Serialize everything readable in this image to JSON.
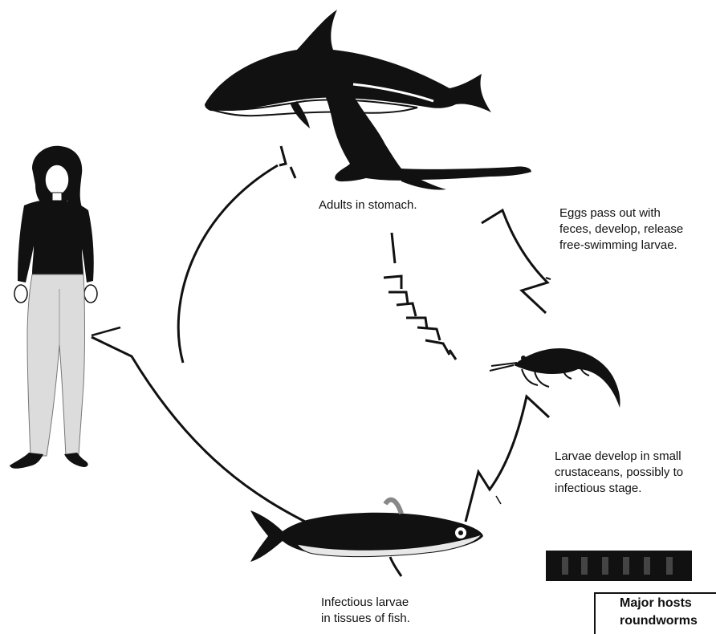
{
  "labels": {
    "adults": "Adults in stomach.",
    "eggs": [
      "Eggs pass out with",
      "feces, develop, release",
      "free-swimming larvae."
    ],
    "crustacean": [
      "Larvae develop in small",
      "crustaceans, possibly to",
      "infectious stage."
    ],
    "fish": [
      "Infectious larvae",
      "in tissues of fish."
    ]
  },
  "sidebar": {
    "title_line1": "Major hosts",
    "title_line2": "roundworms"
  },
  "colors": {
    "ink": "#111111",
    "pants": "#d9d9d9",
    "fish_belly": "#e8e8e8"
  }
}
